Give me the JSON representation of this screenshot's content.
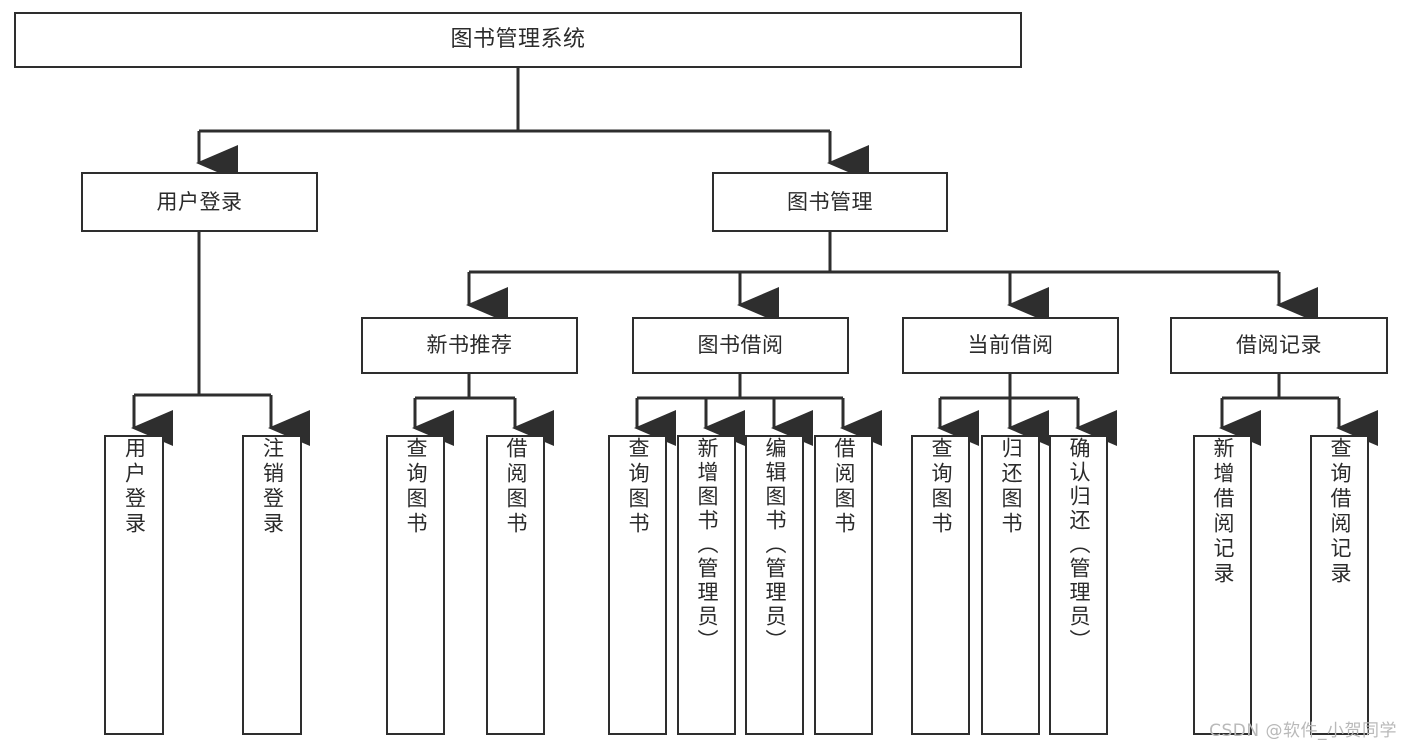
{
  "diagram": {
    "title": "图书管理系统",
    "watermark": "CSDN @软件_小贺同学",
    "colors": {
      "stroke": "#2e2e2e",
      "text": "#2b2b2b",
      "background": "#ffffff",
      "watermark": "#b9b9b9"
    },
    "root": {
      "label": "图书管理系统"
    },
    "level1": [
      {
        "label": "用户登录"
      },
      {
        "label": "图书管理"
      }
    ],
    "level2": [
      {
        "label": "新书推荐"
      },
      {
        "label": "图书借阅"
      },
      {
        "label": "当前借阅"
      },
      {
        "label": "借阅记录"
      }
    ],
    "leaves": {
      "user_login": [
        {
          "label": "用户登录"
        },
        {
          "label": "注销登录"
        }
      ],
      "new_book_recommend": [
        {
          "label": "查询图书"
        },
        {
          "label": "借阅图书"
        }
      ],
      "book_borrow": [
        {
          "label": "查询图书"
        },
        {
          "label": "新增图书（管理员）"
        },
        {
          "label": "编辑图书（管理员）"
        },
        {
          "label": "借阅图书"
        }
      ],
      "current_borrow": [
        {
          "label": "查询图书"
        },
        {
          "label": "归还图书"
        },
        {
          "label": "确认归还（管理员）"
        }
      ],
      "borrow_record": [
        {
          "label": "新增借阅记录"
        },
        {
          "label": "查询借阅记录"
        }
      ]
    }
  }
}
